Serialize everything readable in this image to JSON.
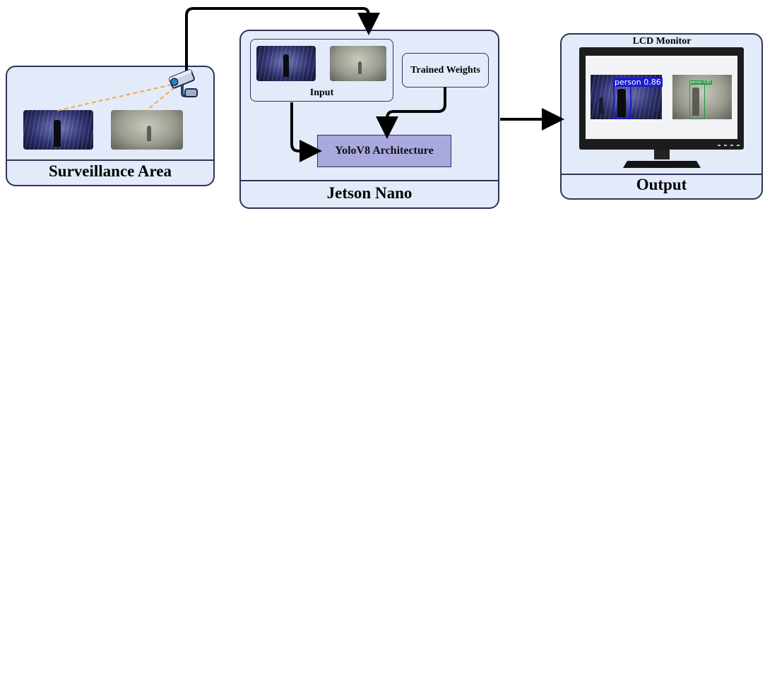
{
  "surveillance": {
    "label": "Surveillance Area"
  },
  "jetson": {
    "label": "Jetson Nano",
    "input_label": "Input",
    "weights_label": "Trained Weights",
    "model_label": "YoloV8 Architecture"
  },
  "output": {
    "label": "Output",
    "monitor_label": "LCD Monitor",
    "detection_1": "person  0.86",
    "detection_2": "person 0.81"
  },
  "colors": {
    "panel_fill": "#e3ebfa",
    "panel_border": "#2f3457",
    "model_fill": "#a9a9e0",
    "camera_link": "#f5a742",
    "detection_blue": "#1c1ccf",
    "detection_green": "#1f9a3a"
  },
  "icons": [
    "cctv-camera-icon",
    "lcd-monitor-icon"
  ]
}
